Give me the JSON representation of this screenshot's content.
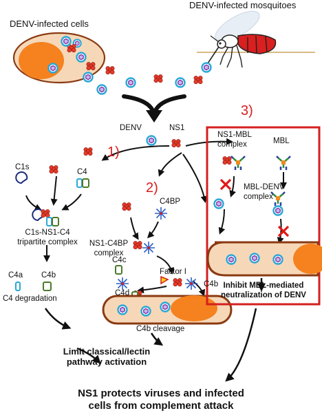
{
  "labels": {
    "denv_infected_cells": "DENV-infected cells",
    "denv_infected_mosquitoes": "DENV-infected mosquitoes",
    "denv": "DENV",
    "ns1": "NS1",
    "step1": "1)",
    "step2": "2)",
    "step3": "3)",
    "c1s": "C1s",
    "c4": "C4",
    "tripartite_line1": "C1s-NS1-C4",
    "tripartite_line2": "tripartite complex",
    "c4a": "C4a",
    "c4b_left": "C4b",
    "c4_degradation": "C4 degradation",
    "c4bp": "C4BP",
    "ns1_c4bp_line1": "NS1-C4BP",
    "ns1_c4bp_line2": "complex",
    "c4c": "C4c",
    "factor_i": "Factor I",
    "c4d": "C4d",
    "c4b_right": "C4b",
    "c4b_cleavage": "C4b cleavage",
    "ns1_mbl_line1": "NS1-MBL",
    "ns1_mbl_line2": "complex",
    "mbl": "MBL",
    "mbl_denv_line1": "MBL-DENV",
    "mbl_denv_line2": "complex",
    "inhibit_line1": "Inhibit MBL-mediated",
    "inhibit_line2": "neutralization of DENV",
    "limit_line1": "Limit classical/lectin",
    "limit_line2": "pathway activation",
    "final_line1": "NS1 protects viruses and infected",
    "final_line2": "cells from complement attack"
  },
  "colors": {
    "cell_fill": "#f6d8b8",
    "cell_border": "#8a3a12",
    "nucleus": "#f5821f",
    "virion_ring": "#2aa7d8",
    "virion_core": "#7b2c9c",
    "ns1": "#e53a2a",
    "mbl_green": "#2f8f3a",
    "mbl_blue": "#2a3f9e",
    "red_box": "#d41f1f",
    "red_x": "#e01818",
    "c4bp_blue": "#2a5fc8",
    "mosquito_red": "#d91f1f",
    "step_number": "#d91c1c"
  }
}
